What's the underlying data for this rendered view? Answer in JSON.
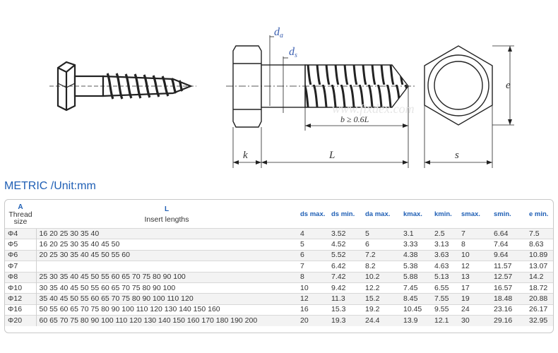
{
  "diagram": {
    "labels": {
      "da": "d",
      "da_sub": "a",
      "ds": "d",
      "ds_sub": "s",
      "e": "e",
      "thread_len": "b ≥ 0.6L",
      "k": "k",
      "L": "L",
      "s": "s",
      "watermark": "www.fixdex.com"
    }
  },
  "section_title": "METRIC /Unit:mm",
  "table": {
    "headers": {
      "col_a_letter": "A",
      "col_a_line1": "Thread",
      "col_a_line2": "size",
      "col_l_letter": "L",
      "col_l_text": "Insert  lengths",
      "ds_max": "ds max.",
      "ds_min": "ds min.",
      "da_max": "da max.",
      "k_max": "kmax.",
      "k_min": "kmin.",
      "s_max": "smax.",
      "s_min": "smin.",
      "e_min": "e min."
    },
    "rows": [
      {
        "size": "Φ4",
        "lengths": "16 20 25 30 35 40",
        "ds_max": "4",
        "ds_min": "3.52",
        "da_max": "5",
        "k_max": "3.1",
        "k_min": "2.5",
        "s_max": "7",
        "s_min": "6.64",
        "e_min": "7.5"
      },
      {
        "size": "Φ5",
        "lengths": "16 20 25 30 35 40 45 50",
        "ds_max": "5",
        "ds_min": "4.52",
        "da_max": "6",
        "k_max": "3.33",
        "k_min": "3.13",
        "s_max": "8",
        "s_min": "7.64",
        "e_min": "8.63"
      },
      {
        "size": "Φ6",
        "lengths": "20 25 30 35 40 45 50 55 60",
        "ds_max": "6",
        "ds_min": "5.52",
        "da_max": "7.2",
        "k_max": "4.38",
        "k_min": "3.63",
        "s_max": "10",
        "s_min": "9.64",
        "e_min": "10.89"
      },
      {
        "size": "Φ7",
        "lengths": "",
        "ds_max": "7",
        "ds_min": "6.42",
        "da_max": "8.2",
        "k_max": "5.38",
        "k_min": "4.63",
        "s_max": "12",
        "s_min": "11.57",
        "e_min": "13.07"
      },
      {
        "size": "Φ8",
        "lengths": "25 30 35 40 45 50 55 60 65 70 75 80 90 100",
        "ds_max": "8",
        "ds_min": "7.42",
        "da_max": "10.2",
        "k_max": "5.88",
        "k_min": "5.13",
        "s_max": "13",
        "s_min": "12.57",
        "e_min": "14.2"
      },
      {
        "size": "Φ10",
        "lengths": "30 35 40 45 50 55 60 65 70 75 80 90 100",
        "ds_max": "10",
        "ds_min": "9.42",
        "da_max": "12.2",
        "k_max": "7.45",
        "k_min": "6.55",
        "s_max": "17",
        "s_min": "16.57",
        "e_min": "18.72"
      },
      {
        "size": "Φ12",
        "lengths": "35 40 45 50 55 60 65 70 75 80 90 100 110 120",
        "ds_max": "12",
        "ds_min": "11.3",
        "da_max": "15.2",
        "k_max": "8.45",
        "k_min": "7.55",
        "s_max": "19",
        "s_min": "18.48",
        "e_min": "20.88"
      },
      {
        "size": "Φ16",
        "lengths": "50 55 60 65 70 75 80 90 100 110 120 130 140 150 160",
        "ds_max": "16",
        "ds_min": "15.3",
        "da_max": "19.2",
        "k_max": "10.45",
        "k_min": "9.55",
        "s_max": "24",
        "s_min": "23.16",
        "e_min": "26.17"
      },
      {
        "size": "Φ20",
        "lengths": "60 65 70 75 80 90 100 110 120 130 140 150 160 170 180 190 200",
        "ds_max": "20",
        "ds_min": "19.3",
        "da_max": "24.4",
        "k_max": "13.9",
        "k_min": "12.1",
        "s_max": "30",
        "s_min": "29.16",
        "e_min": "32.95"
      }
    ]
  }
}
